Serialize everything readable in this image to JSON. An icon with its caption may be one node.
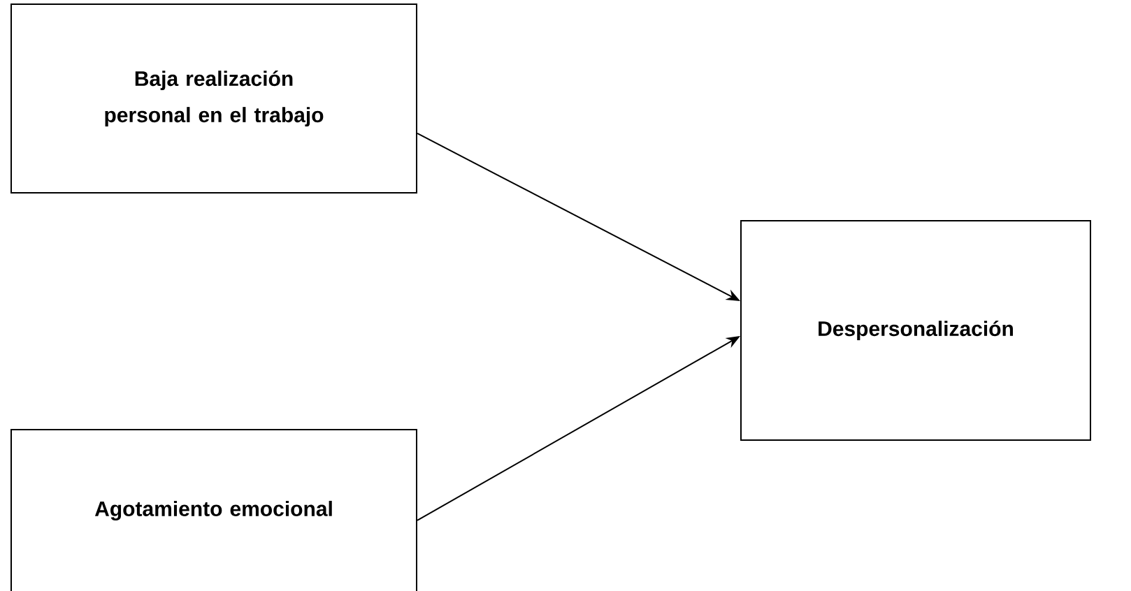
{
  "diagram": {
    "nodes": [
      {
        "text": [
          "Baja realización personal en el trabajo"
        ]
      },
      {
        "text": [
          "Agotamiento emocional"
        ]
      },
      {
        "text": [
          "Despersonalización"
        ]
      }
    ],
    "edges": [
      {
        "from": 0,
        "to": 2,
        "arrow": "to"
      },
      {
        "from": 1,
        "to": 2,
        "arrow": "to"
      }
    ]
  }
}
